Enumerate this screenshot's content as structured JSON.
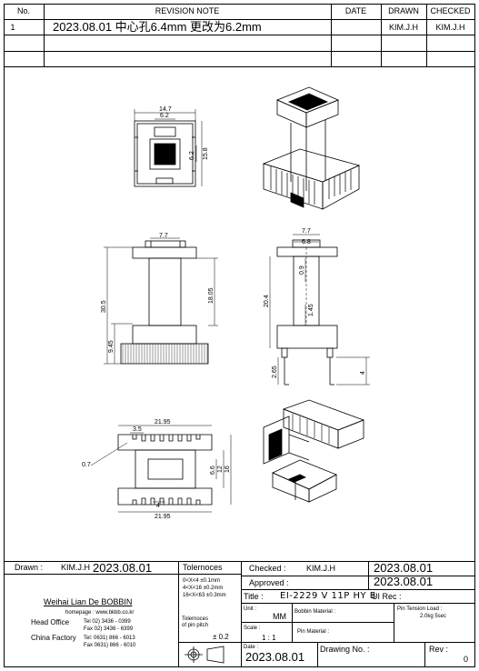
{
  "revision_table": {
    "headers": {
      "no": "No.",
      "note": "REVISION   NOTE",
      "date": "DATE",
      "drawn": "DRAWN",
      "checked": "CHECKED"
    },
    "rows": [
      {
        "no": "1",
        "note": "2023.08.01 中心孔6.4mm 更改为6.2mm",
        "date": "",
        "drawn": "KIM.J.H",
        "checked": "KIM.J.H"
      }
    ]
  },
  "dimensions": {
    "top_view": {
      "width": "14.7",
      "inner": "6.2",
      "side_small": "6.2",
      "side_height": "15.8"
    },
    "front_view": {
      "top_width": "7.7",
      "height_total": "30.5",
      "body_height": "18.05",
      "base_height": "9.45"
    },
    "side_view": {
      "top_width": "7.7",
      "inner": "6.8",
      "top_gap": "0.9",
      "height": "20.4",
      "lower": "1.45",
      "pin_left": "2.65",
      "pin_right": "4"
    },
    "bottom_view": {
      "width_top": "21.95",
      "pin_gap": "3.5",
      "diag": "0.7",
      "inner_h": "6.6",
      "h12": "12",
      "h16": "16",
      "pin_pitch": "4",
      "width_bottom": "21.95"
    }
  },
  "title_block": {
    "drawn_label": "Drawn :",
    "drawn_by": "KIM.J.H",
    "drawn_date": "2023.08.01",
    "tolerances_label": "Tolernoces",
    "tolerances": [
      "0<X<4     ±0.1mm",
      "4<X<16   ±0.2mm",
      "16<X<63 ±0.3mm"
    ],
    "checked_label": "Checked :",
    "checked_by": "KIM.J.H",
    "checked_date": "2023.08.01",
    "approved_label": "Approved :",
    "approved_date": "2023.08.01",
    "company": "Weihai Lian De BOBBIN",
    "homepage": "homepage : www.bkbb.co.kr",
    "head_office_label": "Head Office",
    "head_tel": "Tel  02) 3436 - 0399",
    "head_fax": "Fax 02) 3436 - 6399",
    "china_label": "China Factory",
    "china_tel": "Tel: 0631) 866 - 6013",
    "china_fax": "Fax 0631) 866 - 6010",
    "title_label": "Title :",
    "title_value": "EI-2229 V 11P HY B",
    "ul_label": "UI Rec :",
    "pin_pitch_label": "Tolernoces\nof pin pitch",
    "pin_pitch_value": "± 0.2",
    "unit_label": "Unit :",
    "unit_value": "MM",
    "bobbin_material_label": "Bobbin Material :",
    "pin_tension_label": "Pin Tension Load :",
    "pin_tension_value": "2.0kg 5sec",
    "scale_label": "Scale :",
    "scale_value": "1 : 1",
    "pin_material_label": "Pin Material :",
    "date_label": "Date :",
    "date_value": "2023.08.01",
    "drawing_no_label": "Drawing No.  :",
    "rev_label": "Rev :",
    "rev_value": "0"
  }
}
